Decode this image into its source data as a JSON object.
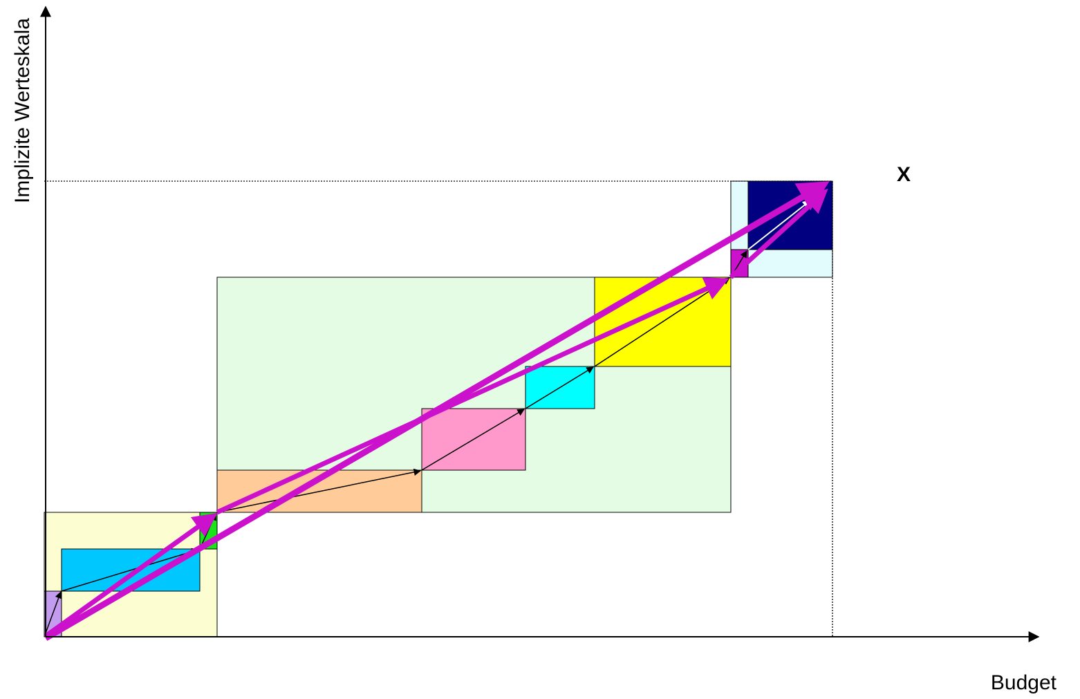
{
  "axes": {
    "x_label": "Budget",
    "y_label": "Implizite Werteskala"
  },
  "marker": {
    "label": "X"
  },
  "colors": {
    "axis": "#000000",
    "guide": "#000000",
    "thin_arrow": "#000000",
    "thick_arrow": "#cc11cc",
    "white_arrow": "#ffffff",
    "outer_box_left": "#fdfdd2",
    "outer_box_middle": "#e3fce3",
    "outer_box_right": "#e2fcfd",
    "box_lavender": "#c39cf0",
    "box_sky": "#00c8ff",
    "box_green": "#19e619",
    "box_peach": "#ffcc99",
    "box_pink": "#ff99cc",
    "box_cyan": "#00ffff",
    "box_yellow": "#ffff00",
    "box_magenta": "#cc11cc",
    "box_navy": "#000080"
  }
}
